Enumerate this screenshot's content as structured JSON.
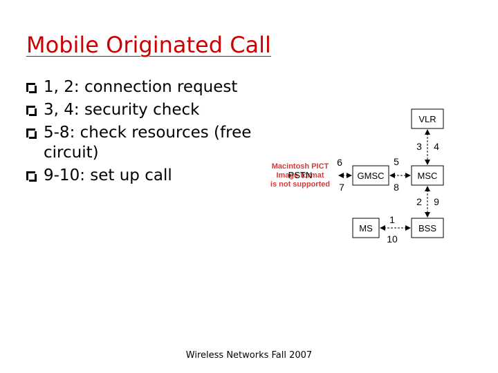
{
  "slide": {
    "title": "Mobile Originated Call",
    "bullets": [
      {
        "text": "1, 2: connection request"
      },
      {
        "text": "3, 4: security check"
      },
      {
        "text": "5-8: check resources (free circuit)"
      },
      {
        "text": "9-10: set up call"
      }
    ],
    "footer": "Wireless Networks Fall 2007"
  },
  "diagram": {
    "placeholder_lines": [
      "Macintosh PICT",
      "Image format",
      "is not supported"
    ],
    "nodes": {
      "pstn": "PSTN",
      "gmsc": "GMSC",
      "msc": "MSC",
      "vlr": "VLR",
      "ms": "MS",
      "bss": "BSS"
    },
    "labels": {
      "n1": "1",
      "n2": "2",
      "n3": "3",
      "n4": "4",
      "n5": "5",
      "n6": "6",
      "n7": "7",
      "n8": "8",
      "n9": "9",
      "n10": "10"
    }
  },
  "colors": {
    "title": "#cc0000",
    "placeholder": "#d43a3a"
  }
}
